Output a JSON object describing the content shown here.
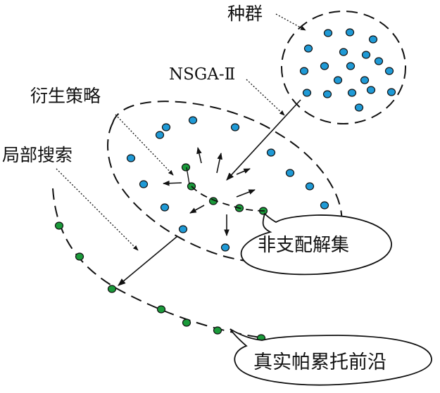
{
  "labels": {
    "population": "种群",
    "nsga": "NSGA-Ⅱ",
    "derivation": "衍生策略",
    "local_search": "局部搜索",
    "nondominated": "非支配解集",
    "true_front": "真实帕累托前沿"
  },
  "colors": {
    "population_point": "#1f9ad6",
    "front_point": "#1a9a3a",
    "stroke": "#111111"
  }
}
